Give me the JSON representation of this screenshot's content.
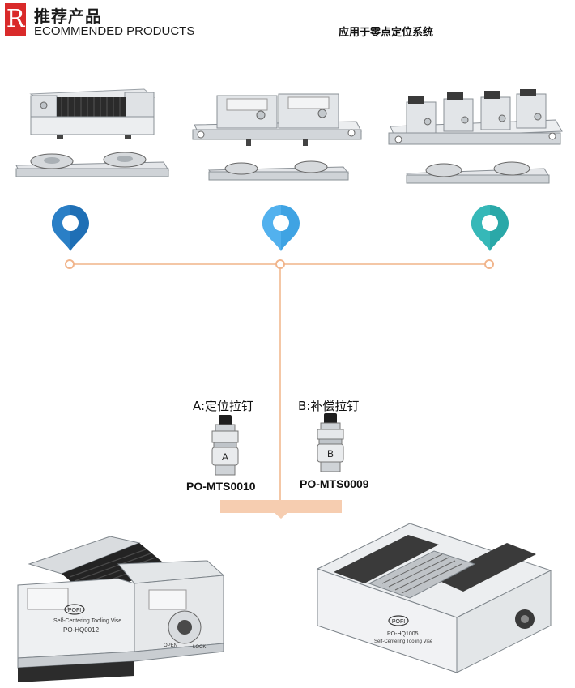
{
  "header": {
    "logo_letter": "R",
    "title_cn": "推荐产品",
    "title_en": "ECOMMENDED PRODUCTS",
    "application": "应用于零点定位系统"
  },
  "colors": {
    "logo": "#d92a2a",
    "pin_dark_blue": "#1f6fb5",
    "pin_light_blue": "#3fa3e3",
    "pin_teal": "#2aa8a8",
    "timeline": "#f4c7a6"
  },
  "pull_studs": [
    {
      "label": "A:定位拉钉",
      "code": "PO-MTS0010",
      "mark": "A"
    },
    {
      "label": "B:补偿拉钉",
      "code": "PO-MTS0009",
      "mark": "B"
    }
  ],
  "vises": [
    {
      "brand": "POFI",
      "desc": "Self-Centering  Tooling  Vise",
      "model": "PO-HQ0012",
      "open": "OPEN",
      "lock": "LOCK"
    },
    {
      "brand": "POFI",
      "model": "PO-HQ1005",
      "desc": "Self-Centering Tooling Vise"
    }
  ],
  "products_top": [
    {
      "name": "single-vise-on-base"
    },
    {
      "name": "double-vise-on-base"
    },
    {
      "name": "quad-vise-on-base"
    }
  ]
}
